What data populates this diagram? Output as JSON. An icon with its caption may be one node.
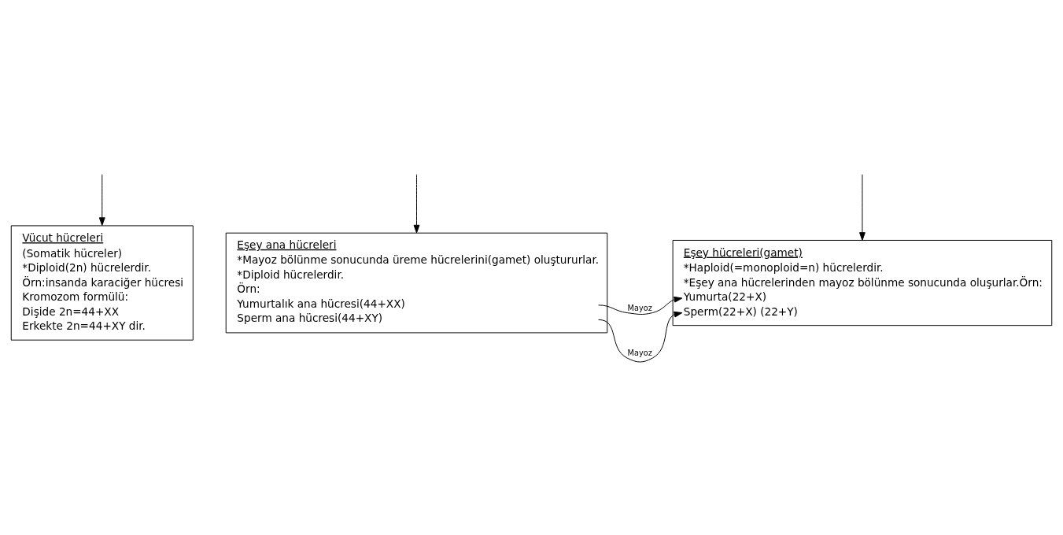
{
  "diagram": {
    "nodes": [
      {
        "text": [
          "Vücut hücreleri",
          "(Somatik hücreler)",
          "*Diploid(2n) hücrelerdir.",
          "Örn:insanda karaciğer hücresi",
          "Kromozom formülü:",
          "Dişide 2n=44+XX",
          "Erkekte 2n=44+XY dir."
        ]
      },
      {
        "text": [
          "Eşey ana hücreleri",
          "*Mayoz bölünme sonucunda üreme hücrelerini(gamet) oluştururlar.",
          "*Diploid hücrelerdir.",
          "Örn:",
          "Yumurtalık ana hücresi(44+XX)",
          "Sperm ana hücresi(44+XY)"
        ]
      },
      {
        "text": [
          "Eşey hücreleri(gamet)",
          "*Haploid(=monoploid=n) hücrelerdir.",
          "*Eşey ana hücrelerinden mayoz bölünme sonucunda oluşurlar.Örn:",
          "Yumurta(22+X)",
          "Sperm(22+X) (22+Y)"
        ]
      }
    ],
    "edges": [
      {
        "from": null,
        "to": 0,
        "arrow": "to"
      },
      {
        "from": null,
        "to": 1,
        "arrow": "to"
      },
      {
        "from": null,
        "to": 2,
        "arrow": "to"
      },
      {
        "from": 1,
        "to": 2,
        "arrow": "to",
        "label": "Mayoz"
      },
      {
        "from": 1,
        "to": 2,
        "arrow": "to",
        "label": "Mayoz"
      }
    ]
  }
}
